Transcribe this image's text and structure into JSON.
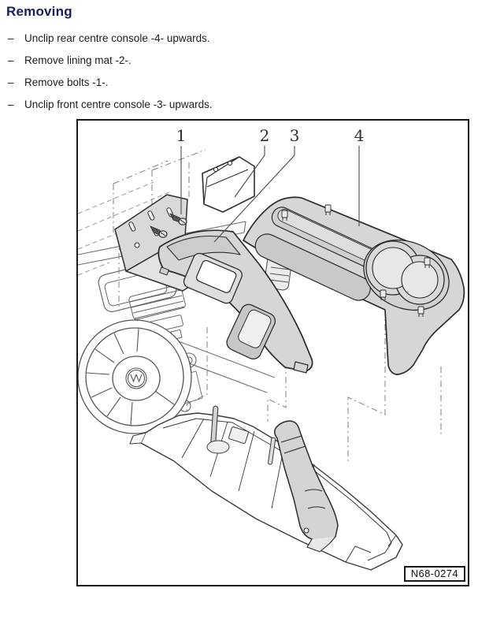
{
  "page": {
    "heading": "Removing",
    "instructions": [
      {
        "marker": "–",
        "text": "Unclip rear centre console -4- upwards."
      },
      {
        "marker": "–",
        "text": "Remove lining mat -2-."
      },
      {
        "marker": "–",
        "text": "Remove bolts -1-."
      },
      {
        "marker": "–",
        "text": "Unclip front centre console -3- upwards."
      }
    ]
  },
  "figure": {
    "code": "N68-0274",
    "callouts": [
      "1",
      "2",
      "3",
      "4"
    ]
  },
  "colors": {
    "heading_text": "#1a1a66",
    "body_text": "#1c1c1c",
    "diagram_line": "#2b2b2b",
    "part_fill": "#d6d6d6",
    "frame_border": "#1a1a1a"
  }
}
